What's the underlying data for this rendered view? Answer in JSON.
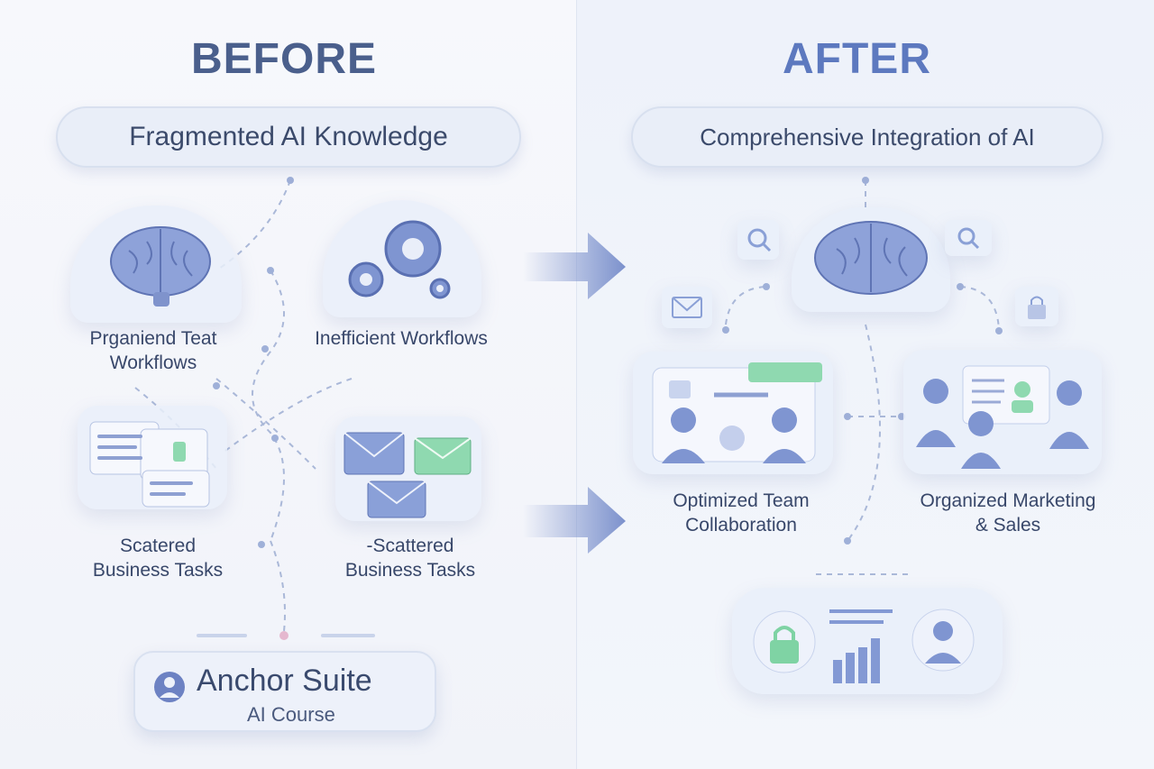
{
  "before": {
    "title": "BEFORE",
    "subtitle": "Fragmented AI Knowledge",
    "items": [
      {
        "label": "Prganiend Teat Workflows"
      },
      {
        "label": "Inefficient Workflows"
      },
      {
        "label": "Scatered Business Tasks"
      },
      {
        "label": "-Scattered Business Tasks"
      }
    ]
  },
  "after": {
    "title": "AFTER",
    "subtitle": "Comprehensive Integration of AI",
    "items": [
      {
        "label": "Optimized Team Collaboration"
      },
      {
        "label": "Organized Marketing & Sales"
      }
    ]
  },
  "brand": {
    "name": "Anchor Suite",
    "tagline": "AI Course"
  },
  "colors": {
    "title": "#4a5f8c",
    "accent_blue": "#6f86c7",
    "accent_green": "#6fcf97",
    "line": "#a9b7d8"
  }
}
